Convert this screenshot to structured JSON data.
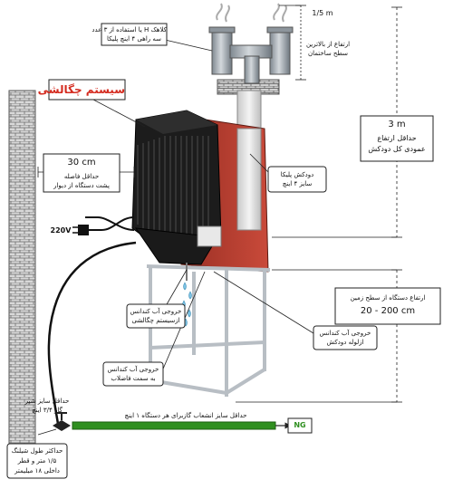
{
  "labels": {
    "system_title": "سیستم چگالشی",
    "chimney_cap_line1": "کلاهک H یا استفاده از ۳ عدد",
    "chimney_cap_line2": "سه راهی ۴ اینچ پلیکا",
    "roof_height_value": "1/5 m",
    "roof_height_line1": "ارتفاع از بالاترین",
    "roof_height_line2": "سطح ساختمان",
    "total_height_value": "3 m",
    "total_height_line1": "حداقل ارتفاع",
    "total_height_line2": "عمودی کل دودکش",
    "wall_distance_value": "30 cm",
    "wall_distance_line1": "حداقل فاصله",
    "wall_distance_line2": "پشت دستگاه از دیوار",
    "flue_pipe_line1": "دودکش پلیکا",
    "flue_pipe_line2": "سایز ۴ اینچ",
    "voltage": "220V",
    "floor_height_line1": "ارتفاع دستگاه از سطح زمین",
    "floor_height_value": "20 - 200 cm",
    "condensate_system_line1": "خروجی آب کندانس",
    "condensate_system_line2": "ازسیستم چگالشی",
    "condensate_flue_line1": "خروجی آب کندانس",
    "condensate_flue_line2": "ازلوله دودکش",
    "condensate_drain_line1": "خروجی آب کندانس",
    "condensate_drain_line2": "به سمت فاضلاب",
    "valve_line1": "حداقل سایز شیر",
    "valve_line2": "گاز ۳/۴ اینچ",
    "gas_branch_note": "حداقل سایز انشعاب گازبرای هر دستگاه ۱ اینچ",
    "ng_label": "NG",
    "hose_line1": "حداکثر طول شیلنگ",
    "hose_line2": "۱/۵ متر و قطر",
    "hose_line3": "داخلی ۱۸ میلیمتر"
  },
  "colors": {
    "title_red": "#d42a1e",
    "cabinet_red": "#b83a2c",
    "gas_pipe_green": "#2f8f1f",
    "pipe_gray": "#9aa2aa",
    "brick": "#8a8a8a"
  },
  "icons": [
    "brick-wall-icon",
    "power-plug-icon",
    "gas-valve-icon",
    "water-drops-icon",
    "chimney-cap-icon"
  ]
}
